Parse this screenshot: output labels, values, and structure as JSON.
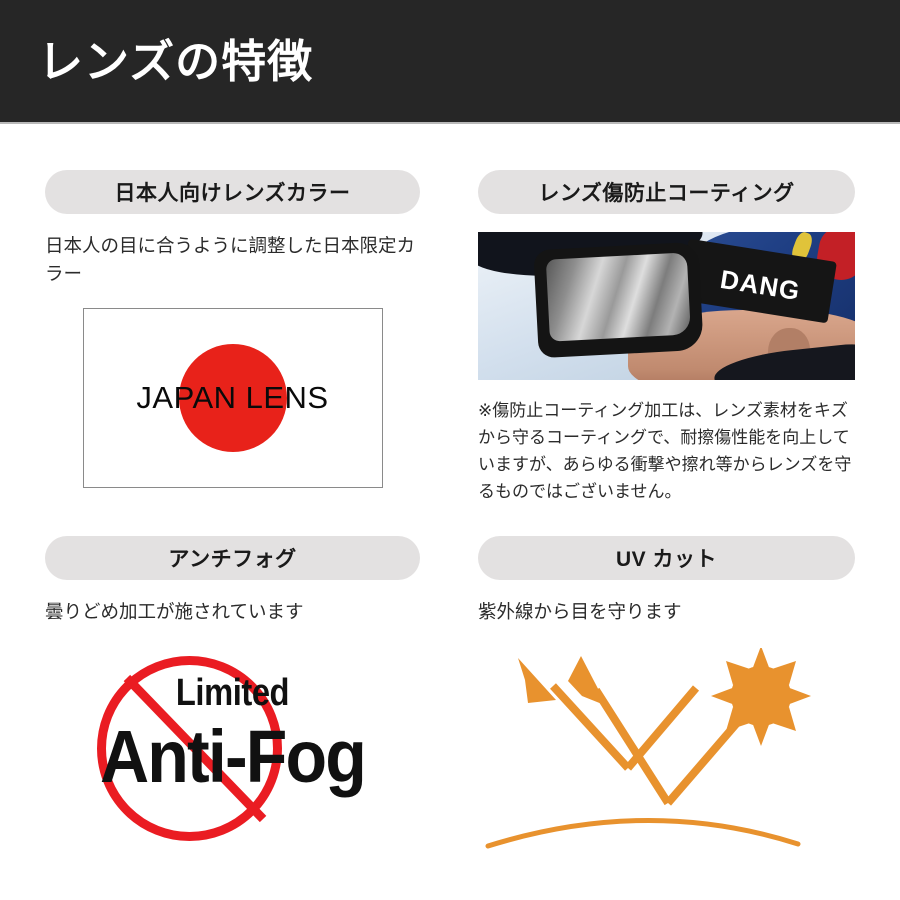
{
  "header": {
    "title": "レンズの特徴"
  },
  "colors": {
    "header_bg": "#262626",
    "pill_bg": "#e3e1e1",
    "flag_red": "#e8221a",
    "logo_red": "#ea1c22",
    "uv_orange": "#e8922e",
    "text": "#2b2b2b"
  },
  "features": [
    {
      "id": "japan-lens-color",
      "title": "日本人向けレンズカラー",
      "description": "日本人の目に合うように調整した日本限定カラー",
      "graphic": "japan-flag-lens-graphic",
      "flag_label": "JAPAN LENS"
    },
    {
      "id": "scratch-resistant-coating",
      "title": "レンズ傷防止コーティング",
      "graphic": "goggle-photo",
      "photo_brand_text": "DANG",
      "note": "※傷防止コーティング加工は、レンズ素材をキズから守るコーティングで、耐擦傷性能を向上していますが、あらゆる衝撃や擦れ等からレンズを守るものではございません。"
    },
    {
      "id": "anti-fog",
      "title": "アンチフォグ",
      "description": "曇りどめ加工が施されています",
      "graphic": "anti-fog-logo",
      "logo_top_text": "Limited",
      "logo_main_text": "Anti-Fog"
    },
    {
      "id": "uv-cut",
      "title": "UV カット",
      "description": "紫外線から目を守ります",
      "graphic": "uv-reflection-graphic"
    }
  ]
}
